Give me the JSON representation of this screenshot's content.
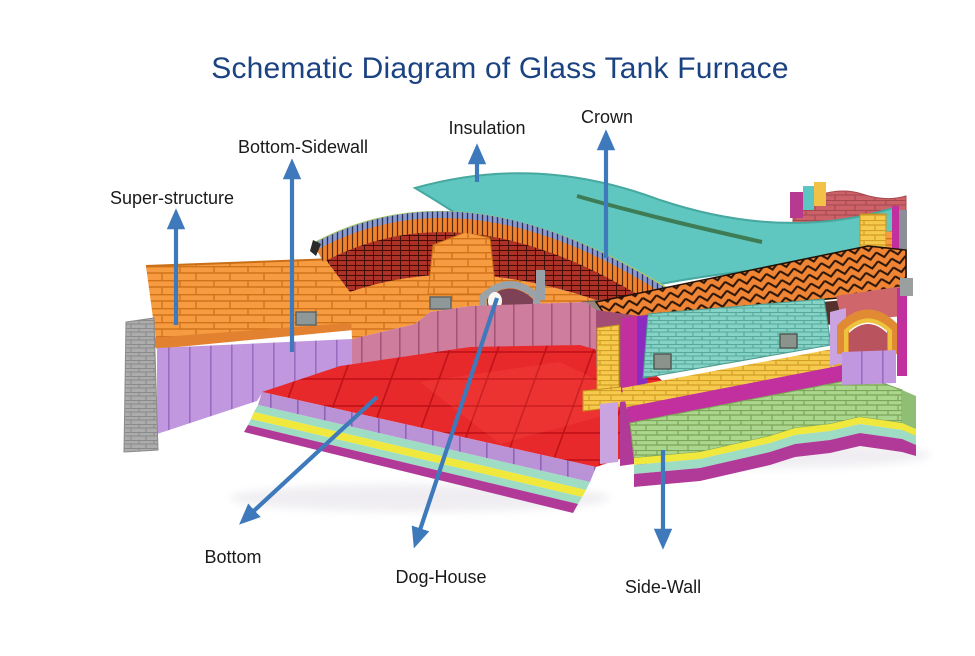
{
  "title": {
    "text": "Schematic Diagram of Glass Tank Furnace",
    "color": "#1b4282"
  },
  "diagram": {
    "description": "3D cutaway illustration of a glass tank furnace with labeled refractory parts",
    "labels": [
      {
        "id": "super-structure",
        "text": "Super-structure"
      },
      {
        "id": "bottom-sidewall",
        "text": "Bottom-Sidewall"
      },
      {
        "id": "insulation",
        "text": "Insulation"
      },
      {
        "id": "crown",
        "text": "Crown"
      },
      {
        "id": "bottom",
        "text": "Bottom"
      },
      {
        "id": "dog-house",
        "text": "Dog-House"
      },
      {
        "id": "side-wall",
        "text": "Side-Wall"
      }
    ],
    "colors": {
      "arrow": "#3E79BC",
      "label_text": "#1a1a1a",
      "orange_wall": "#F69B40",
      "crown_arch": "#EE8330",
      "crown_underside": "#AC3126",
      "roof_teal": "#5FC7C0",
      "wall_lavender": "#C197DF",
      "wall_pink": "#CE7D9D",
      "floor_red": "#E8292B",
      "sidewall_green": "#ABD68E",
      "sidewall_teal_brick": "#85D2C6",
      "brick_yellow": "#F6CB4D",
      "magenta_layer": "#C2309F",
      "mint_layer": "#9EDCC4",
      "yellow_layer": "#F0E83C"
    }
  }
}
